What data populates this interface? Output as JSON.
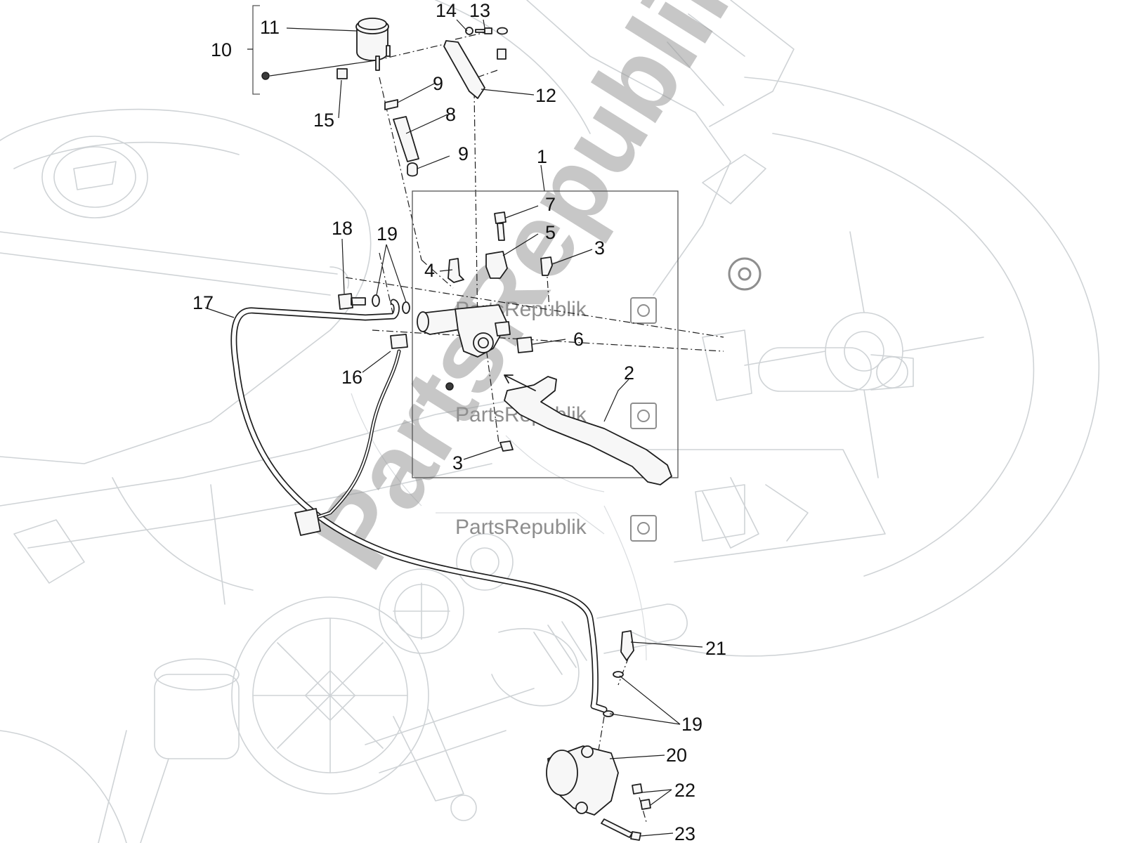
{
  "diagram": {
    "callouts": {
      "c1": "1",
      "c2": "2",
      "c3a": "3",
      "c3b": "3",
      "c4": "4",
      "c5": "5",
      "c6": "6",
      "c7": "7",
      "c8": "8",
      "c9a": "9",
      "c9b": "9",
      "c10": "10",
      "c11": "11",
      "c12": "12",
      "c13": "13",
      "c14": "14",
      "c15": "15",
      "c16": "16",
      "c17": "17",
      "c18": "18",
      "c19a": "19",
      "c19b": "19",
      "c20": "20",
      "c21": "21",
      "c22": "22",
      "c23": "23"
    },
    "watermark": {
      "brand": "PartsRepublik"
    },
    "colors": {
      "line_art": "#1e1e1e",
      "background_art": "#cfd3d6",
      "watermark": "#8e8e8e"
    }
  }
}
